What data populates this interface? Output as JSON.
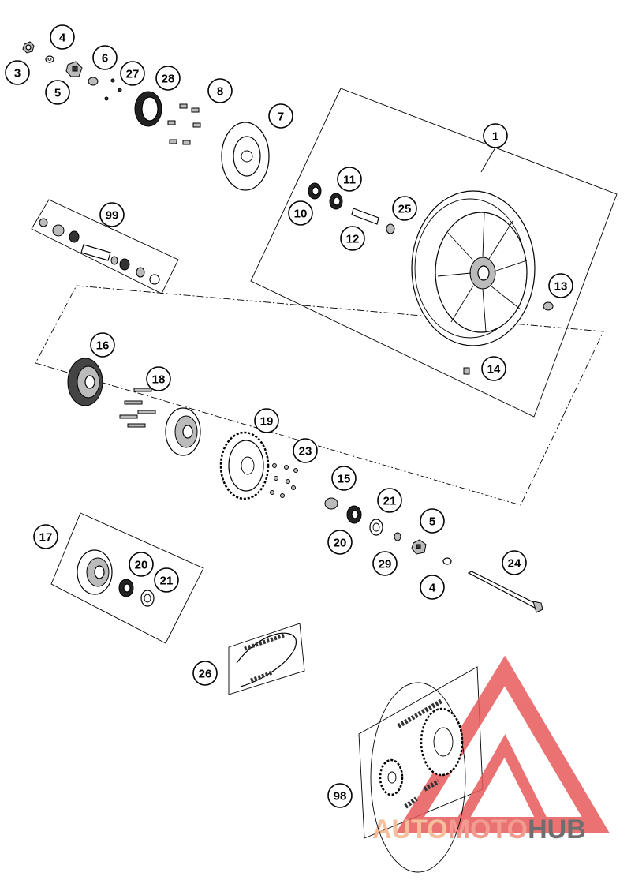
{
  "diagram": {
    "callouts": [
      "1",
      "3",
      "4",
      "5",
      "6",
      "27",
      "28",
      "8",
      "7",
      "10",
      "11",
      "25",
      "12",
      "99",
      "13",
      "14",
      "16",
      "18",
      "19",
      "23",
      "15",
      "21",
      "5",
      "20",
      "29",
      "24",
      "4",
      "17",
      "20",
      "21",
      "26",
      "98"
    ]
  },
  "watermark": {
    "auto": "AUTO",
    "moto": "MOTO",
    "hub": "HUB",
    "colors": {
      "auto": "#f5b58a",
      "moto": "#f08a7d",
      "hub": "#555555",
      "triangle": "#e85a5a"
    }
  }
}
